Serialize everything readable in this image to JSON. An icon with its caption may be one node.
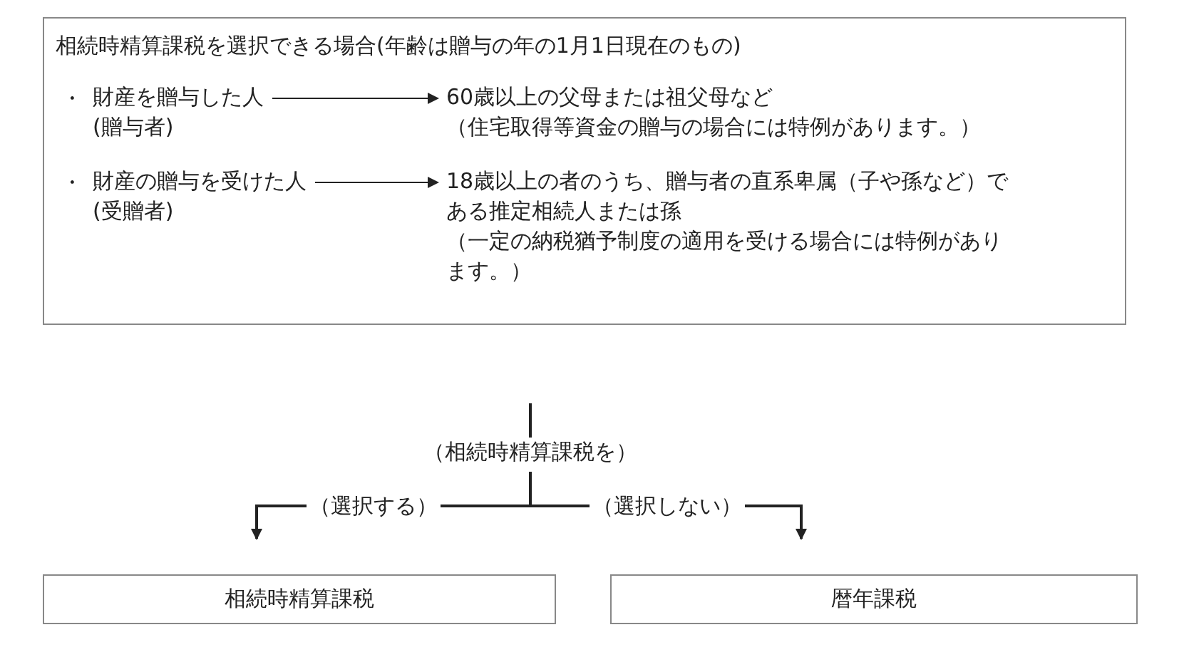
{
  "diagram": {
    "nodes": [
      {
        "text": [
          "相続時精算課税を選択できる場合(年齢は贈与の年の1月1日現在のもの)"
        ]
      },
      {
        "text": [
          "財産を贈与した人",
          "(贈与者)"
        ],
        "in": 0
      },
      {
        "text": [
          "60歳以上の父母または祖父母など",
          "（住宅取得等資金の贈与の場合には特例があります。）"
        ],
        "in": 0
      },
      {
        "text": [
          "財産の贈与を受けた人",
          "(受贈者)"
        ],
        "in": 0
      },
      {
        "text": [
          "18歳以上の者のうち、贈与者の直系卑属（子や孫など）である推定相続人または孫",
          "（一定の納税猶予制度の適用を受ける場合には特例があります。）"
        ],
        "in": 0
      },
      {
        "text": [
          "（相続時精算課税を）"
        ]
      },
      {
        "text": [
          "相続時精算課税"
        ]
      },
      {
        "text": [
          "暦年課税"
        ]
      }
    ],
    "edges": [
      {
        "from": 1,
        "to": 2,
        "arrow": "to"
      },
      {
        "from": 3,
        "to": 4,
        "arrow": "to"
      },
      {
        "from": null,
        "to": 5,
        "arrow": "none"
      },
      {
        "from": 5,
        "to": 6,
        "arrow": "to",
        "label": "（選択する）"
      },
      {
        "from": 5,
        "to": 7,
        "arrow": "to",
        "label": "（選択しない）"
      }
    ],
    "labels": [
      "・",
      "・"
    ]
  }
}
